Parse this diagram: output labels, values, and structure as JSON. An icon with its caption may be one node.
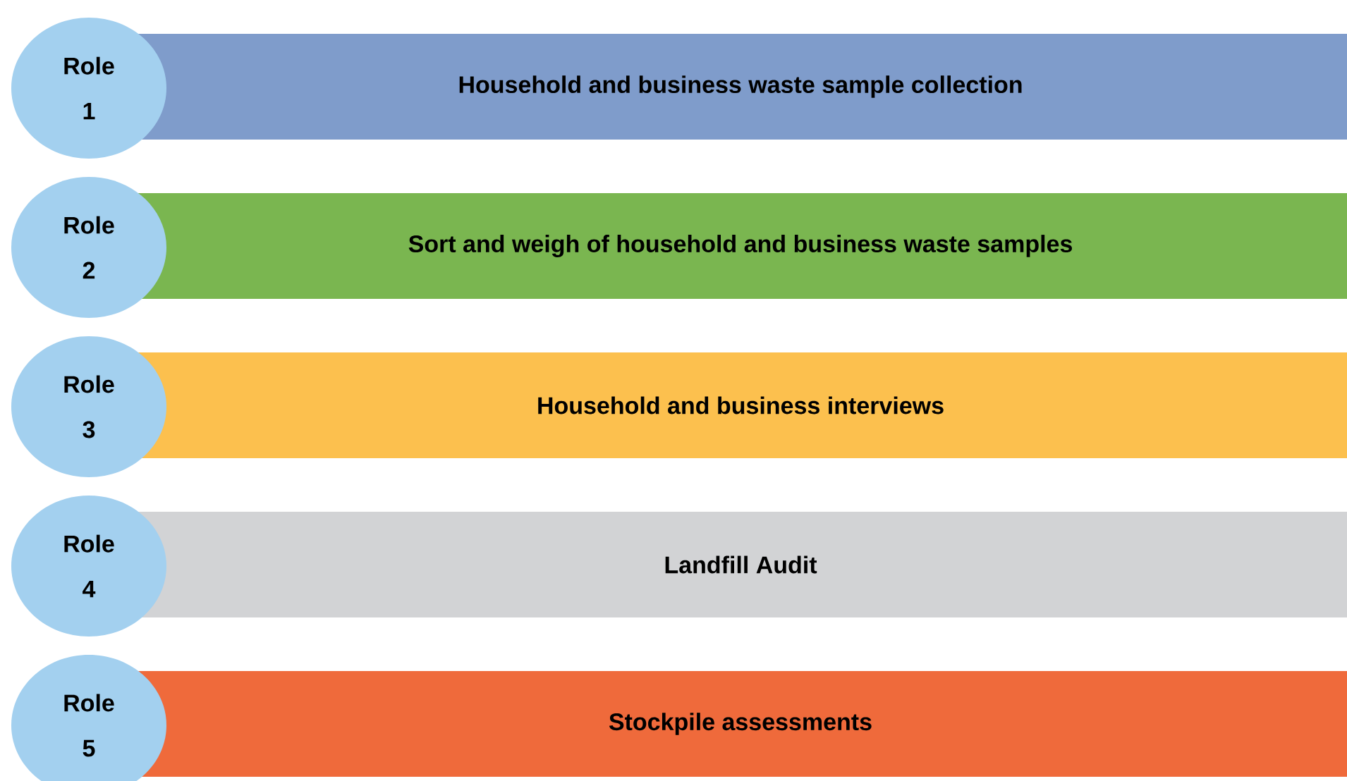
{
  "diagram": {
    "nodes": [
      {
        "text": [
          "Role 1"
        ]
      },
      {
        "text": [
          "Household and business waste sample collection"
        ]
      },
      {
        "text": [
          "Role 2"
        ]
      },
      {
        "text": [
          "Sort and weigh of household and business waste samples"
        ]
      },
      {
        "text": [
          "Role 3"
        ]
      },
      {
        "text": [
          "Household and business interviews"
        ]
      },
      {
        "text": [
          "Role 4"
        ]
      },
      {
        "text": [
          "Landfill Audit"
        ]
      },
      {
        "text": [
          "Role 5"
        ]
      },
      {
        "text": [
          "Stockpile assessments"
        ]
      }
    ]
  }
}
